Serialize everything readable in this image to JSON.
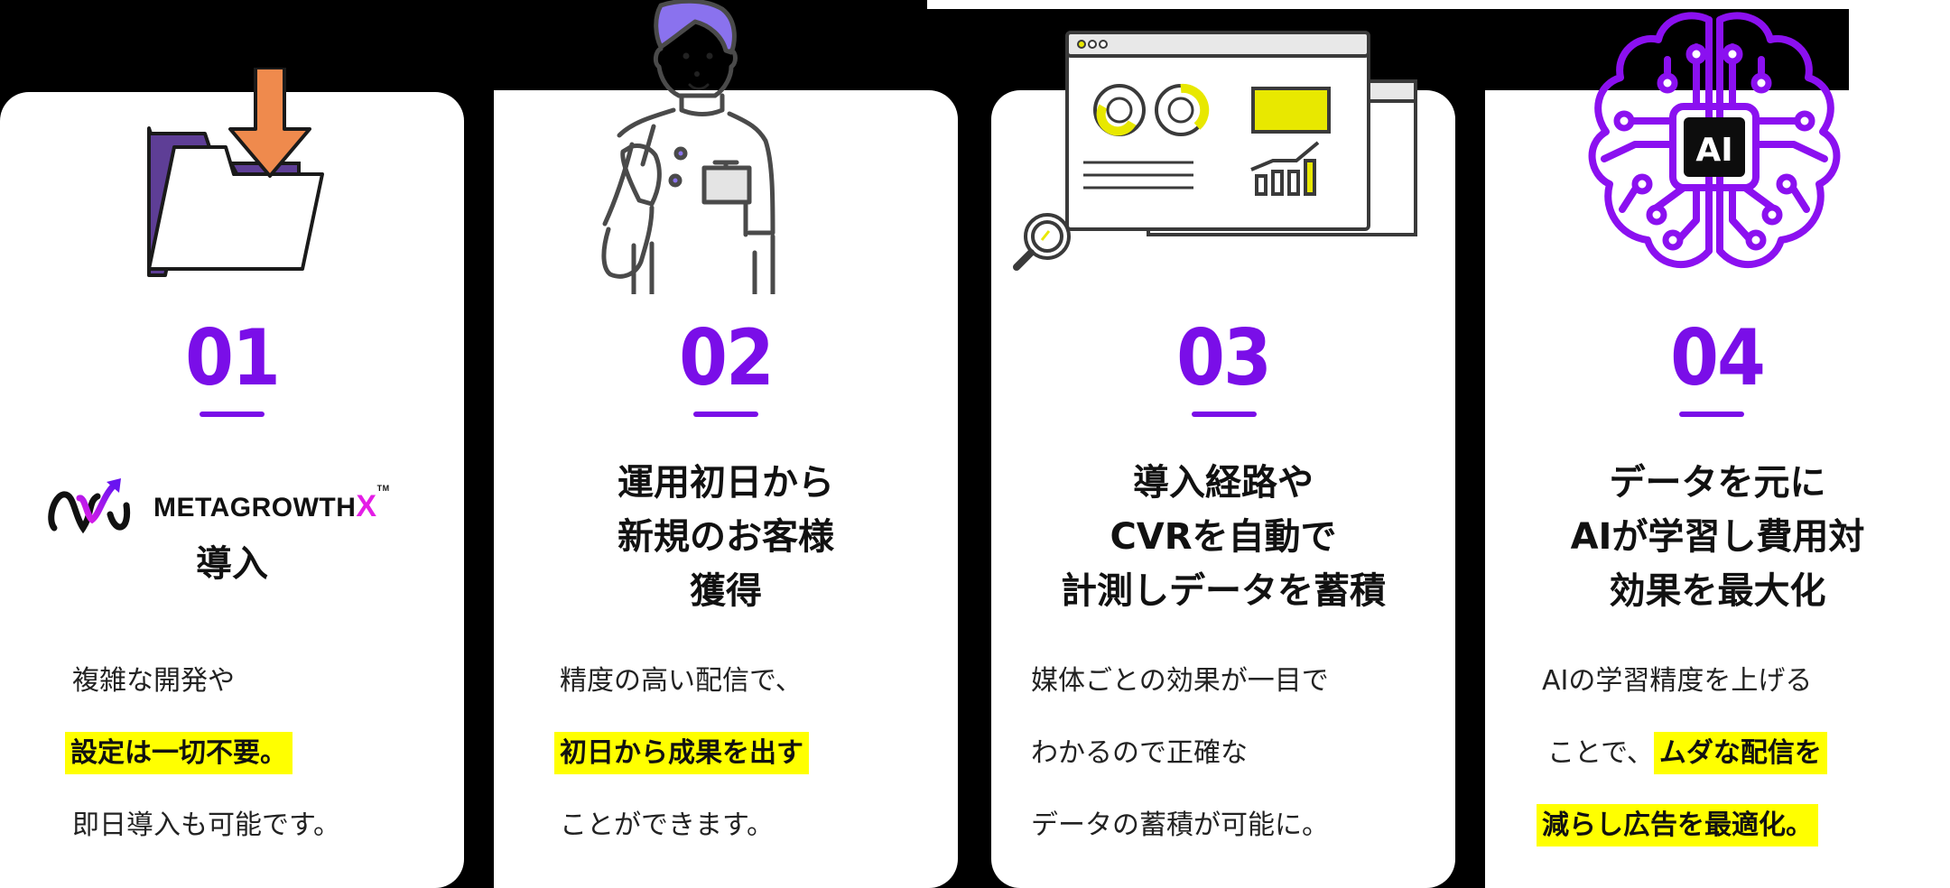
{
  "colors": {
    "accent_purple": "#7a0ee8",
    "highlight_yellow": "#ffff00",
    "brand_magenta": "#e41ee6",
    "illustration_yellow": "#e8e800",
    "folder_purple": "#5e3e96",
    "arrow_orange": "#ef8a4d",
    "hair_purple": "#8a72ee",
    "brain_purple": "#8b10f0"
  },
  "cards": [
    {
      "number": "01",
      "illustration": "folder-download-icon",
      "logo": {
        "text": "METAGROWTH",
        "x": "X",
        "tm": "TM"
      },
      "title_lines": [
        "導入"
      ],
      "body": [
        {
          "segments": [
            {
              "text": "複雑な開発や",
              "highlight": false
            }
          ]
        },
        {
          "segments": [
            {
              "text": "設定は一切不要。",
              "highlight": true
            }
          ]
        },
        {
          "segments": [
            {
              "text": "即日導入も可能です。",
              "highlight": false
            }
          ]
        }
      ]
    },
    {
      "number": "02",
      "illustration": "staff-person-fist-pump",
      "title_lines": [
        "運用初日から",
        "新規のお客様",
        "獲得"
      ],
      "body": [
        {
          "segments": [
            {
              "text": "精度の高い配信で、",
              "highlight": false
            }
          ]
        },
        {
          "segments": [
            {
              "text": "初日から成果を出す",
              "highlight": true
            }
          ]
        },
        {
          "segments": [
            {
              "text": "ことができます。",
              "highlight": false
            }
          ]
        }
      ]
    },
    {
      "number": "03",
      "illustration": "analytics-dashboard-window",
      "title_lines": [
        "導入経路や",
        "CVRを自動で",
        "計測しデータを蓄積"
      ],
      "body": [
        {
          "segments": [
            {
              "text": "媒体ごとの効果が一目で",
              "highlight": false
            }
          ]
        },
        {
          "segments": [
            {
              "text": "わかるので正確な",
              "highlight": false
            }
          ]
        },
        {
          "segments": [
            {
              "text": "データの蓄積が可能に。",
              "highlight": false
            }
          ]
        }
      ]
    },
    {
      "number": "04",
      "illustration": "ai-brain-circuit",
      "ai_chip_label": "AI",
      "title_lines": [
        "データを元に",
        "AIが学習し費用対",
        "効果を最大化"
      ],
      "body": [
        {
          "segments": [
            {
              "text": "AIの学習精度を上げる",
              "highlight": false
            }
          ]
        },
        {
          "segments": [
            {
              "text": "ことで、",
              "highlight": false
            },
            {
              "text": "ムダな配信を",
              "highlight": true
            }
          ]
        },
        {
          "segments": [
            {
              "text": "減らし広告を最適化。",
              "highlight": true
            }
          ]
        }
      ]
    }
  ]
}
